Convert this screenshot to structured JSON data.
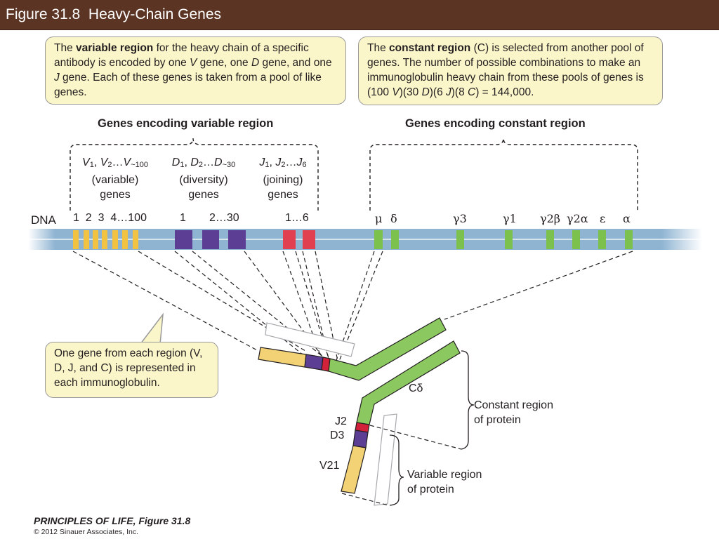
{
  "title": "Figure 31.8  Heavy-Chain Genes",
  "callouts": {
    "variable": {
      "pre": "The ",
      "bold": "variable region",
      "mid1": " for the heavy chain of a specific antibody is encoded by one ",
      "v": "V",
      "mid2": " gene, one ",
      "d": "D",
      "mid3": " gene, and one ",
      "j": "J",
      "post": " gene. Each of these genes is taken from a pool of like genes."
    },
    "constant": {
      "pre": "The ",
      "bold": "constant region",
      "mid1": " (C) is selected from another pool of genes. The number of possible combinations to make an immunoglobulin heavy chain from these pools of genes is (100 ",
      "v": "V",
      "mid2": ")(30 ",
      "d": "D",
      "mid3": ")(6 ",
      "j": "J",
      "mid4": ")(8 ",
      "c": "C",
      "post": ") = 144,000."
    },
    "note": "One gene from each region (V, D, J, and C) is represented in each immunoglobulin."
  },
  "headings": {
    "variable": "Genes encoding variable region",
    "constant": "Genes encoding constant region"
  },
  "gene_groups": {
    "v": {
      "l1": "V",
      "s1": "1",
      "c1": ", ",
      "l2": "V",
      "s2": "2",
      "dots": "…",
      "l3": "V",
      "s3": "~100",
      "line2": "(variable)",
      "line3": "genes"
    },
    "d": {
      "l1": "D",
      "s1": "1",
      "c1": ", ",
      "l2": "D",
      "s2": "2",
      "dots": "…",
      "l3": "D",
      "s3": "~30",
      "line2": "(diversity)",
      "line3": "genes"
    },
    "j": {
      "l1": "J",
      "s1": "1",
      "c1": ", ",
      "l2": "J",
      "s2": "2",
      "dots": "…",
      "l3": "J",
      "s3": "6",
      "line2": "(joining)",
      "line3": "genes"
    }
  },
  "dna": {
    "label": "DNA",
    "v_numbers": "1  2  3  4…100",
    "d_one": "1",
    "d_range": "2…30",
    "j_range": "1…6",
    "constant_genes": [
      "μ",
      "δ",
      "γ3",
      "γ1",
      "γ2β",
      "γ2α",
      "ε",
      "α"
    ]
  },
  "protein_labels": {
    "c_delta": "Cδ",
    "j2": "J2",
    "d3": "D3",
    "v21": "V21",
    "constant_l1": "Constant region",
    "constant_l2": "of protein",
    "variable_l1": "Variable region",
    "variable_l2": "of protein"
  },
  "footer": {
    "reference": "PRINCIPLES OF LIFE, Figure 31.8",
    "copyright": "© 2012 Sinauer Associates, Inc."
  },
  "colors": {
    "title_bar": "#5b3423",
    "callout_fill": "#fbf6c9",
    "dna_strand": "#8fb4d2",
    "v_gene": "#f2c342",
    "d_gene": "#5d3e95",
    "j_gene": "#e0404f",
    "c_gene": "#7cc04d",
    "v_protein": "#f3d276",
    "d_protein": "#5d3e95",
    "j_protein": "#d1213b",
    "c_protein": "#8cc860"
  }
}
